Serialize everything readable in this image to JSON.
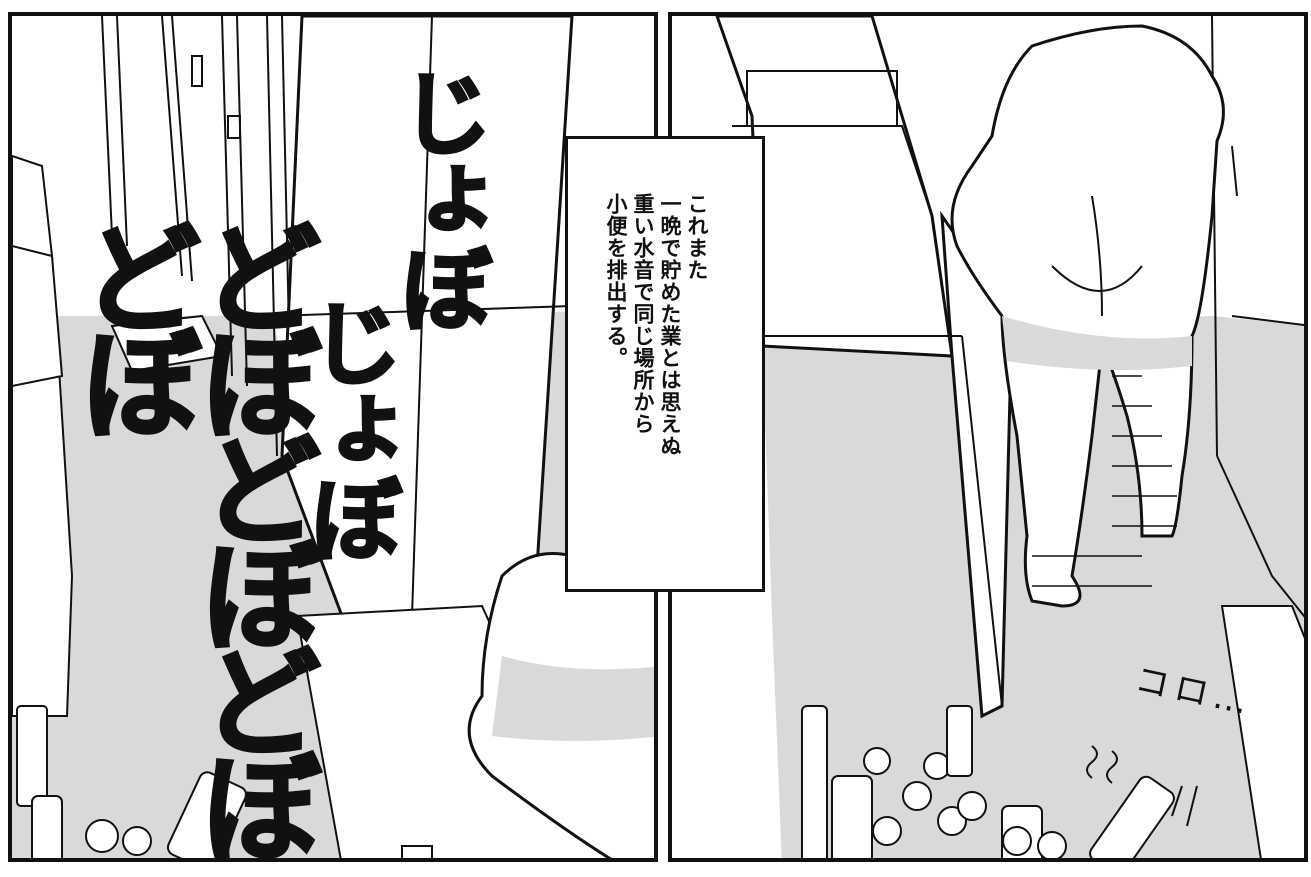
{
  "caption": {
    "lines": [
      "これまた",
      "一晩で貯めた業とは思えぬ",
      "重い水音で同じ場所から",
      "小便を排出する。"
    ]
  },
  "sfx": {
    "top": "じょぼ",
    "middle": "じょぼ",
    "large": "どぼどぼどぼどぼ",
    "roll": "コロ…"
  },
  "colors": {
    "ink": "#111111",
    "tone": "#d9d9d9",
    "paper": "#ffffff"
  }
}
